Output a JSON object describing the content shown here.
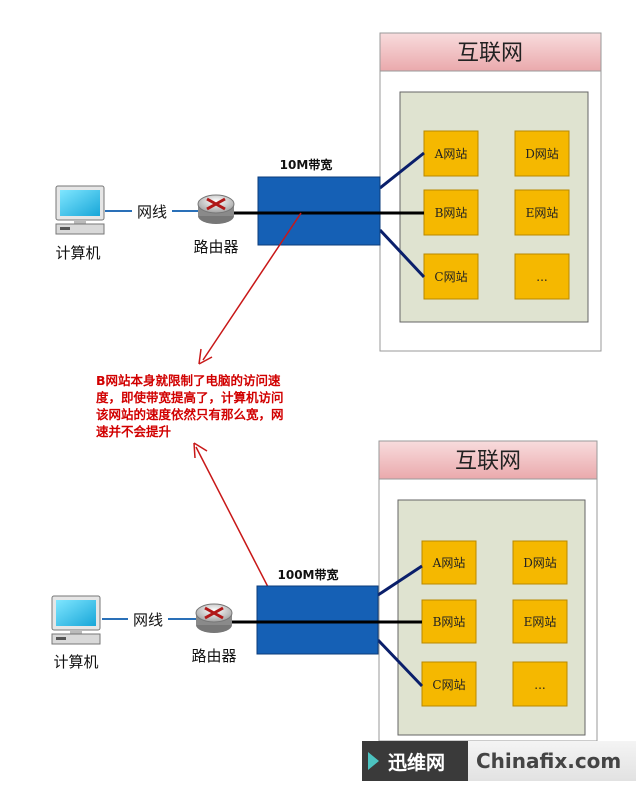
{
  "top": {
    "computer_label": "计算机",
    "cable_label": "网线",
    "router_label": "路由器",
    "bandwidth_label": "10M带宽",
    "internet_title": "互联网",
    "sites": [
      "A网站",
      "D网站",
      "B网站",
      "E网站",
      "C网站",
      "..."
    ]
  },
  "bottom": {
    "computer_label": "计算机",
    "cable_label": "网线",
    "router_label": "路由器",
    "bandwidth_label": "100M带宽",
    "internet_title": "互联网",
    "sites": [
      "A网站",
      "D网站",
      "B网站",
      "E网站",
      "C网站",
      "..."
    ]
  },
  "annotation": {
    "lines": [
      "B网站本身就限制了电脑的访问速",
      "度，即使带宽提高了，计算机访问",
      "该网站的速度依然只有那么宽，网",
      "速并不会提升"
    ]
  },
  "watermark": {
    "brand_cn": "迅维网",
    "brand_en": "Chinafix.com"
  },
  "colors": {
    "internet_header": "#f0c2c4",
    "site_area": "#dfe3d0",
    "site_box": "#f5b800",
    "bandwidth_box": "#1560b5",
    "link_line": "#0a1f6b",
    "note_red": "#d10000"
  }
}
